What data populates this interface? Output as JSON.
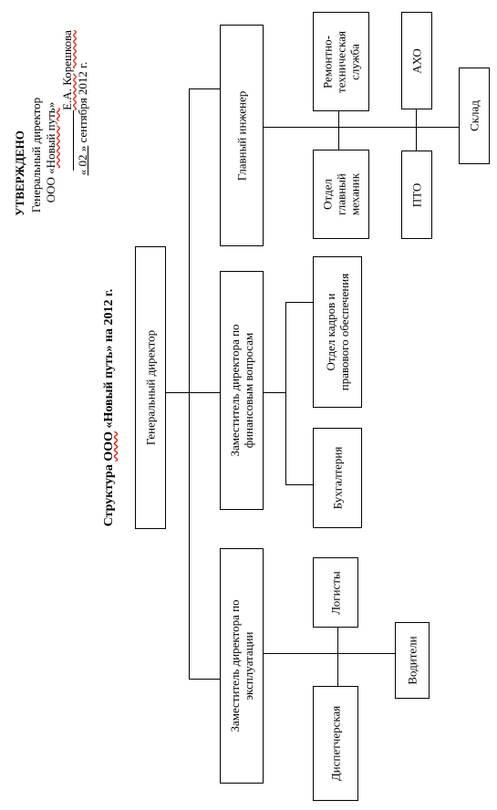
{
  "approval": {
    "heading": "УТВЕРЖДЕНО",
    "position": "Генеральный директор",
    "company_prefix": "ООО «",
    "company_name": "Новый путь",
    "company_suffix": "»",
    "signature_name": "Е.А. Корешкова",
    "date_open": "« 02 »",
    "date_rest": "сентября 2012 г."
  },
  "title": {
    "prefix": "Структура ",
    "org": "ООО",
    "suffix": " «Новый путь» на 2012 г."
  },
  "units": {
    "general_director": [
      "Генеральный директор"
    ],
    "deputy_operations": [
      "Заместитель директора по",
      "эксплуатации"
    ],
    "deputy_finance": [
      "Заместитель директора по",
      "финансовым вопросам"
    ],
    "chief_engineer": [
      "Главный инженер"
    ],
    "dispatch": [
      "Диспетчерская"
    ],
    "logistics": [
      "Логисты"
    ],
    "drivers": [
      "Водители"
    ],
    "accounting": [
      "Бухгалтерия"
    ],
    "hr_legal": [
      "Отдел кадров и",
      "правового обеспечения"
    ],
    "chief_mechanic": [
      "Отдел",
      "главный",
      "механик"
    ],
    "repair_service": [
      "Ремонтно-",
      "техническая",
      "служба"
    ],
    "pto": [
      "ПТО"
    ],
    "aho": [
      "АХО"
    ],
    "warehouse": [
      "Склад"
    ]
  },
  "colors": {
    "line": "#000000",
    "spellcheck_underline": "#dd2211"
  }
}
